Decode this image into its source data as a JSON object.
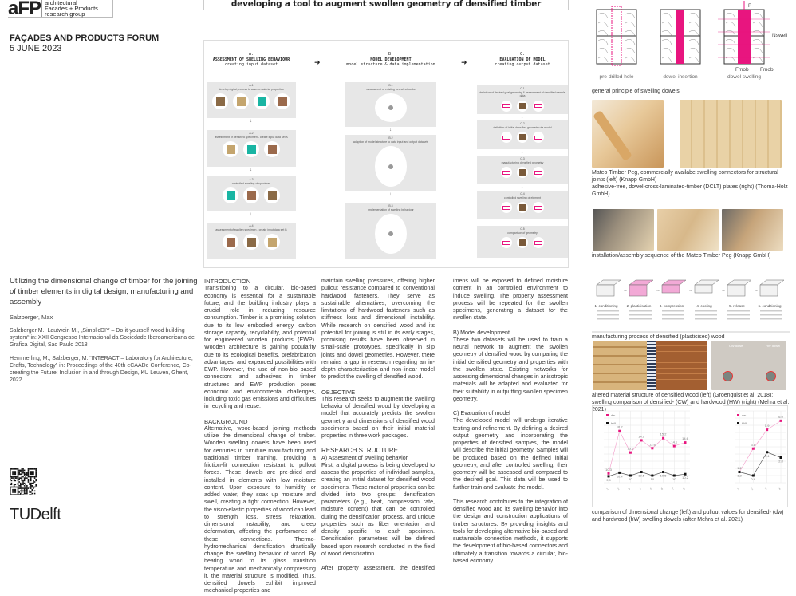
{
  "header": {
    "logo_mark": "aFP",
    "logo_lines": [
      "architectural",
      "Facades + Products",
      "research group"
    ],
    "title": "developing a tool to augment swollen geometry of densified timber",
    "forum": "FAÇADES AND PRODUCTS FORUM",
    "date": "5 JUNE 2023"
  },
  "diagram": {
    "columns": [
      {
        "letter": "A.",
        "title": "ASSESSMENT OF SWELLING BEHAVIOUR",
        "subtitle": "creating input dataset",
        "steps": [
          {
            "id": "A.1",
            "label": "develop digital process to assess material properties"
          },
          {
            "id": "A.2",
            "label": "assessment of densified specimen - create input data set A"
          },
          {
            "id": "A.3",
            "label": "controlled swelling of specimen"
          },
          {
            "id": "A.4",
            "label": "assessment of swollen specimen - create input data set B"
          }
        ]
      },
      {
        "letter": "B.",
        "title": "MODEL DEVELOPMENT",
        "subtitle": "model structure & data implementation",
        "steps": [
          {
            "id": "B.1",
            "label": "assessment of existing neural networks"
          },
          {
            "id": "B.2",
            "label": "adaption of model structure to data input and output datasets"
          },
          {
            "id": "B.3",
            "label": "implementation of swelling behaviour"
          }
        ]
      },
      {
        "letter": "C.",
        "title": "EVALUATION OF MODEL",
        "subtitle": "creating output dataset",
        "steps": [
          {
            "id": "C.1",
            "label": "definition of desired goal geometry & assessment of densified sample data"
          },
          {
            "id": "C.2",
            "label": "definition of initial densified geometry via model"
          },
          {
            "id": "C.3",
            "label": "manufacturing densified geometry"
          },
          {
            "id": "C.4",
            "label": "controlled swelling of element"
          },
          {
            "id": "C.5",
            "label": "comparison of geometry"
          }
        ]
      }
    ]
  },
  "info": {
    "paper_title": "Utilizing the dimensional change of timber for the joining of timber elements in digital design, manufacturing and assembly",
    "author": "Salzberger, Max",
    "references": [
      "Salzberger M., Lautwein M., „SimplicDIY – Do-it-yourself wood building system“ in: XXII Congresso Internacional da Sociedade Iberoamericana de Grafica Digital, Sao Paulo 2018",
      "Hemmerling, M., Salzberger, M. “INTERACT – Laboratory for Architecture, Crafts, Technology” in: Proceedings of the 40th eCAADe Conference, Co-creating the Future: Inclusion in and through Design, KU Leuven, Ghent, 2022"
    ],
    "university": "TUDelft"
  },
  "text": {
    "intro_head": "INTRODUCTION",
    "intro": "Transitioning to a circular, bio-based economy is essential for a sustainable future, and the building industry plays a crucial role in reducing resource consumption. Timber is a promising solution due to its low embodied energy, carbon storage capacity, recyclability, and potential for engineered wooden products (EWP). Wooden architecture is gaining popularity due to its ecological benefits, prefabrication advantages, and expanded possibilities with EWP. However, the use of non-bio based connectors and adhesives in timber structures and EWP production poses economic and environmental challenges, including toxic gas emissions and difficulties in recycling and reuse.",
    "background_head": "BACKGROUND",
    "background": "Alternative, wood-based joining methods utilize the dimensional change of timber. Wooden swelling dowels have been used for centuries in furniture manufacturing and traditional timber framing, providing a friction-fit connection resistant to pullout forces. These dowels are pre-dried and installed in elements with low moisture content. Upon exposure to humidity or added water, they soak up moisture and swell, creating a tight connection. However, the visco-elastic properties of wood can lead to strength loss, stress relaxation, dimensional instability, and creep deformation, affecting the performance of these connections. Thermo-hydromechanical densification drastically change the swelling behavior of wood. By heating wood to its glass transition temperature and mechanically compressing it, the material structure is modified. Thus, densified dowels exhibit improved mechanical properties and maintain swelling pressures, offering higher pullout resistance compared to conventional hardwood fasteners. They serve as sustainable alternatives, overcoming the limitations of hardwood fasteners such as stiffness loss and dimensional instability. While research on densified wood and its potential for joining is still in its early stages, promising results have been observed in small-scale prototypes, specifically in slip joints and dowel geometries. However, there remains a gap in research regarding an in-depth characterization and non-linear model to predict the swelling of densified wood.",
    "objective_head": "OBJECTIVE",
    "objective": "This research seeks to augment the swelling behavior of densified wood by developing a model that accurately predicts the swollen geometry and dimensions of densified wood specimens based on their initial material properties in three work packages.",
    "structure_head": "RESEARCH STRUCTURE",
    "a_head": "A) Assesment of swelling behavior",
    "a": "First, a digital process is being developed to assess the properties of individual samples, creating an initial dataset for densified wood specimens. These material properties can be divided into two groups: densification parameters (e.g., heat, compression rate, moisture content) that can be controlled during the densification process, and unique properties such as fiber orientation and density specific to each specimen. Densification parameters will be defined based upon research conducted in the field of wood densification.",
    "a2": "After property assessment, the densified specimens will be exposed to defined moisture content in an controlled environment to induce swelling. The property assessment process will be repeated for the swollen specimens, generating a dataset for the swollen state.",
    "b_head": "B) Model development",
    "b": "These two datasets will be used to train a neural network to augment the swollen geometry of densified wood by comparing the initial densified geometry and properties with the swollen state. Existing networks for assessing dimensional changes in anisotropic materials will be adapted and evaluated for their suitability in outputting swollen specimen geometry.",
    "c_head": "C) Evaluation of model",
    "c": "The developed model will undergo iterative testing and refinement. By defining a desired output geometry and incorporating the properties of densified samples, the model will describe the initial geometry. Samples will be produced based on the defined initial geometry, and after controlled swelling, their geometry will be assessed and compared to the desired goal. This data will be used to further train and evaluate the model.",
    "conclusion": "This research contributes to the integration of densified wood and its swelling behavior into the design and construction applications of timber structures. By providing insights and tools for developing alternative bio-based and sustainable connection methods, it supports the development of bio-based connectors and ultimately a transition towards a circular, bio-based economy."
  },
  "figures": {
    "dowel_labels": [
      "pre-drilled hole",
      "dowel insertion",
      "dowel swelling"
    ],
    "dowel_annotations": [
      "P",
      "Nswell",
      "Fmob",
      "Fmob"
    ],
    "cap_dowels": "general principle of swelling dowels",
    "cap_peg": "Mateo Timber Peg, commercially availabe swelling connectors for structural joints (left) (Knapp GmbH)",
    "cap_dclt": "adhesive-free, dowel-cross-laminated-timber (DCLT) plates (right) (Thoma-Holz GmbH)",
    "cap_install": "installation/assembly sequence of the Mateo Timber Peg (Knapp GmbH)",
    "process_steps": [
      "1. conditioning",
      "2. plasticisation",
      "3. compression",
      "4. cooling",
      "5. release",
      "6. conditioning"
    ],
    "cap_process": "manufacturing process of densified (plasticised) wood",
    "photo_labels": [
      "CW dowel",
      "HW dowel"
    ],
    "cap_structure": "altered material structure of densified wood (left) (Groenquist et al. 2018);",
    "cap_swelling": "swelling comparison of densified- (CW) and hardwood (HW) (right) (Mehra et al. 2021)",
    "cap_charts": "comparison of dimensional change (left) and pullout values for densified- (dw) and hardwood (hW) swelling dowels (after Mehra et al. 2021)",
    "colors": {
      "accent": "#e8157f",
      "dark": "#111111"
    }
  },
  "chart_data": [
    {
      "type": "line",
      "categories": [
        "1",
        "2",
        "3",
        "4",
        "5",
        "6",
        "7",
        "8"
      ],
      "series": [
        {
          "name": "dw",
          "values": [
            10.3,
            16.2,
            13.2,
            14.9,
            13.8,
            15.2,
            14.1,
            14.6
          ]
        },
        {
          "name": "hW",
          "values": [
            9.9,
            10.4,
            10.0,
            10.5,
            10.0,
            10.5,
            10.0,
            10.2
          ]
        }
      ],
      "ylim": [
        9,
        19
      ],
      "grid": true,
      "legend": "top-left"
    },
    {
      "type": "line",
      "categories": [
        "1",
        "2",
        "3",
        "4"
      ],
      "series": [
        {
          "name": "dw",
          "values": [
            1.2,
            3.8,
            5.9,
            6.9
          ]
        },
        {
          "name": "hW",
          "values": [
            1.2,
            0.8,
            3.4,
            2.8
          ]
        }
      ],
      "ylim": [
        0,
        8
      ],
      "grid": true,
      "legend": "top-left"
    }
  ]
}
